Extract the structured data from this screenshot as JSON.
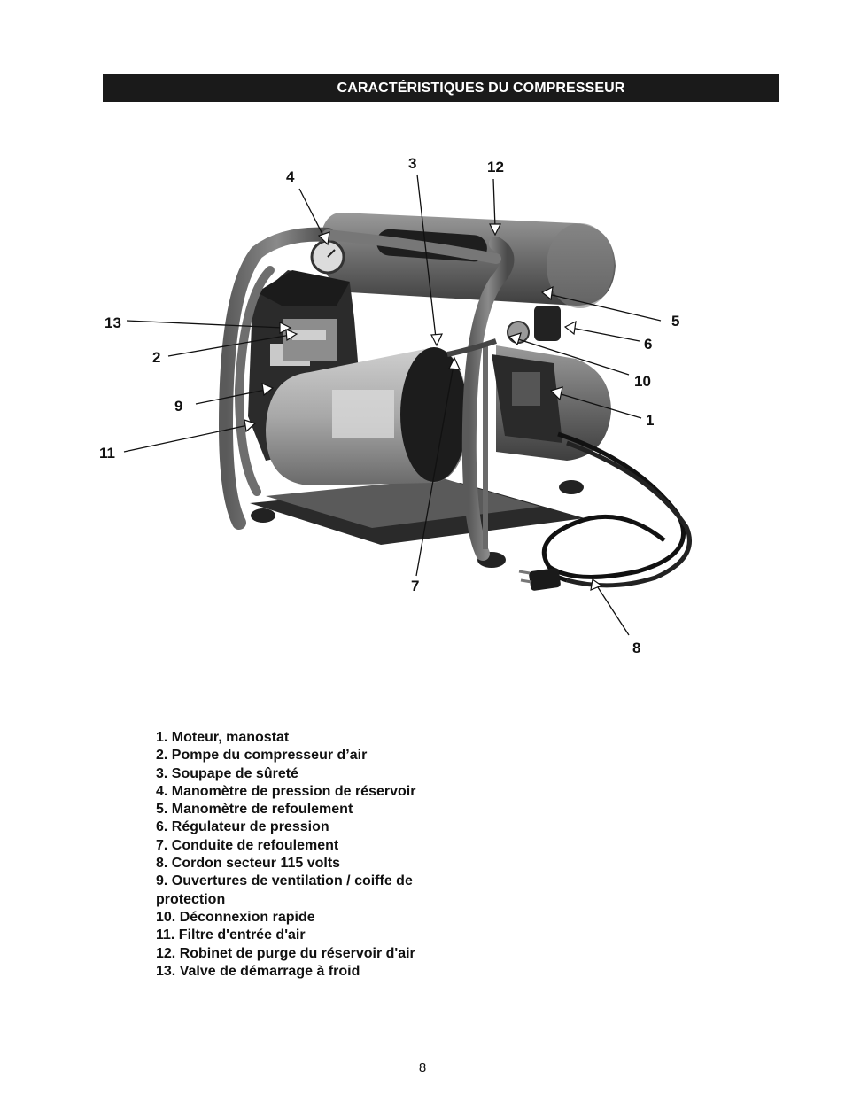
{
  "header": {
    "title": "CARACTÉRISTIQUES DU COMPRESSEUR"
  },
  "callouts": {
    "c1": "1",
    "c2": "2",
    "c3": "3",
    "c4": "4",
    "c5": "5",
    "c6": "6",
    "c7": "7",
    "c8": "8",
    "c9": "9",
    "c10": "10",
    "c11": "11",
    "c12": "12",
    "c13": "13"
  },
  "parts": [
    "1. Moteur, manostat",
    "2. Pompe du compresseur d’air",
    "3. Soupape de sûreté",
    "4. Manomètre de pression de réservoir",
    "5. Manomètre de refoulement",
    "6. Régulateur de pression",
    "7. Conduite de refoulement",
    "8. Cordon secteur 115 volts",
    "9. Ouvertures de ventilation / coiffe de protection",
    "10. Déconnexion rapide",
    "11. Filtre d'entrée d'air",
    "12. Robinet de purge du réservoir d'air",
    "13. Valve de démarrage à froid"
  ],
  "footer": {
    "page_number": "8"
  }
}
